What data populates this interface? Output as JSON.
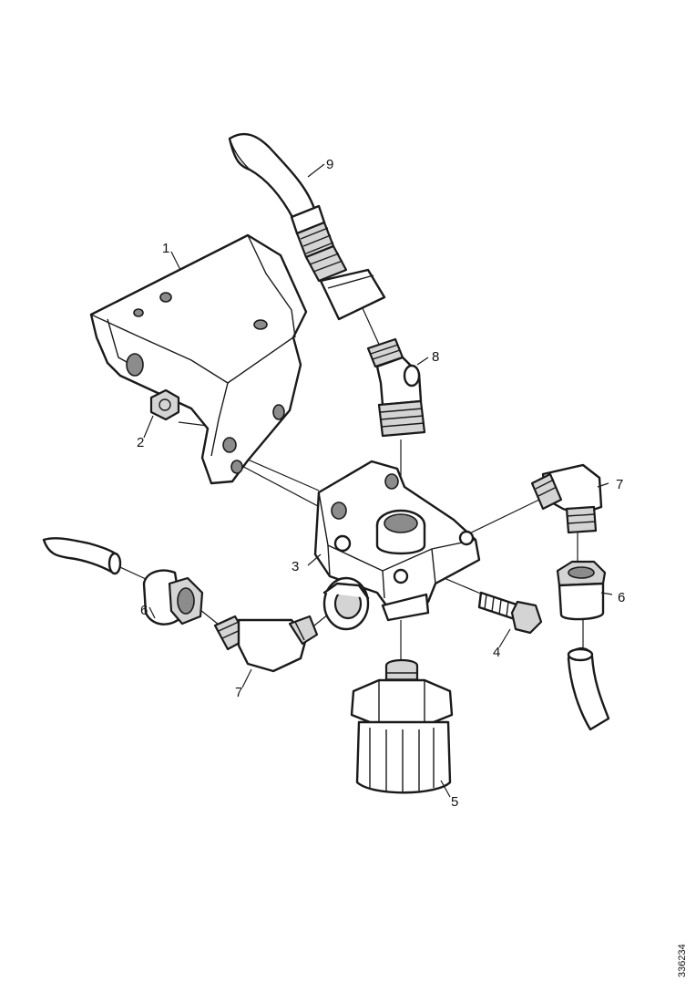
{
  "diagram": {
    "labels": {
      "bracket": "1",
      "nut": "2",
      "valve_body": "3",
      "bolt": "4",
      "filter_bowl": "5",
      "fitting_right": "6",
      "fitting_left": "6",
      "elbow_right": "7",
      "elbow_left": "7",
      "elbow_top": "8",
      "hose_top": "9"
    },
    "document_number": "336234"
  }
}
